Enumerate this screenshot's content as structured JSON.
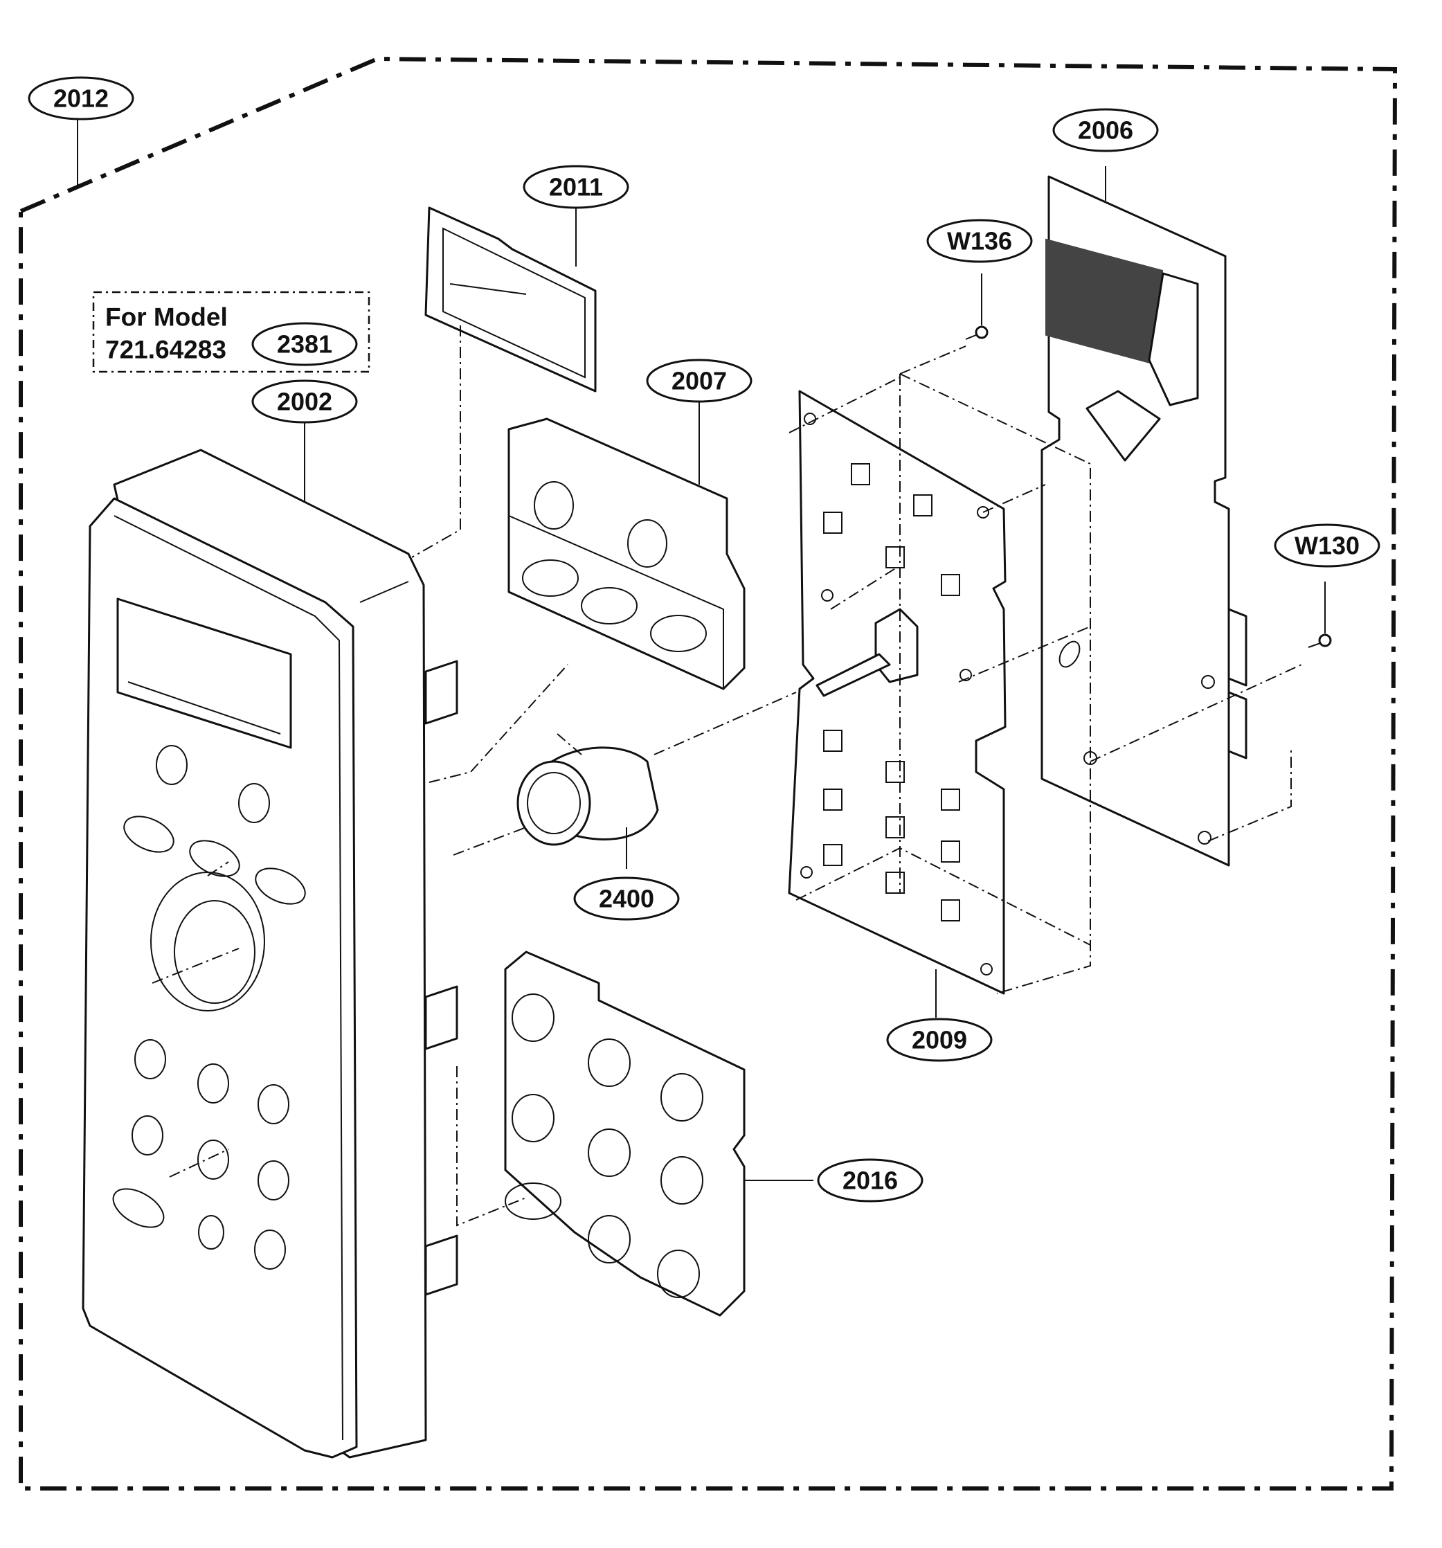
{
  "diagram": {
    "note": {
      "line1": "For Model",
      "line2": "721.64283"
    },
    "callouts": {
      "c2012": "2012",
      "c2011": "2011",
      "c2006": "2006",
      "cW136": "W136",
      "c2381": "2381",
      "c2002": "2002",
      "c2007": "2007",
      "cW130": "W130",
      "c2400": "2400",
      "c2009": "2009",
      "c2016": "2016"
    }
  }
}
